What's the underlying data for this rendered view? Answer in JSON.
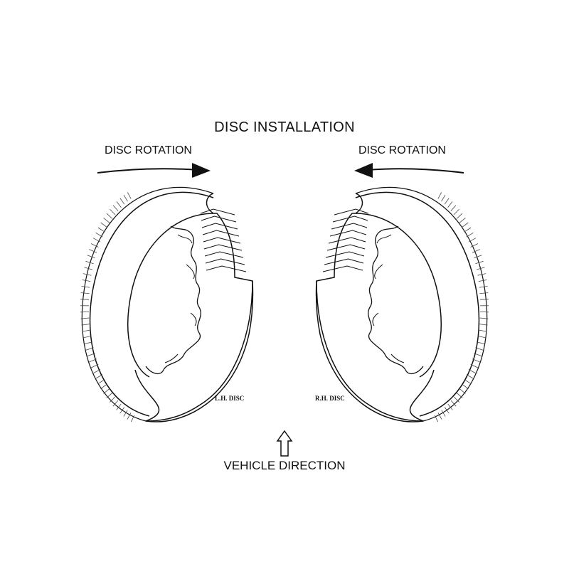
{
  "title": "DISC INSTALLATION",
  "left": {
    "rotation_label": "DISC ROTATION",
    "disc_label": "L.H. DISC"
  },
  "right": {
    "rotation_label": "DISC ROTATION",
    "disc_label": "R.H. DISC"
  },
  "vehicle_direction": "VEHICLE DIRECTION",
  "colors": {
    "line": "#111111",
    "background": "#ffffff",
    "hatch": "#444444"
  },
  "icons": {
    "left_rotation_arrow": "arrow-right-icon",
    "right_rotation_arrow": "arrow-left-icon",
    "vehicle_arrow": "arrow-up-outline-icon"
  }
}
